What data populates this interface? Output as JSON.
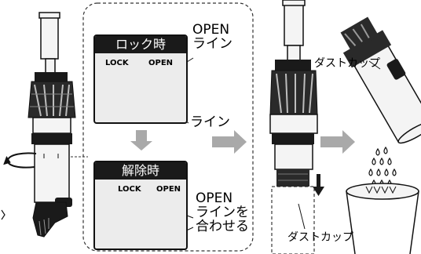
{
  "lock_card": {
    "title": "ロック時",
    "lock_label": "LOCK",
    "open_label": "OPEN"
  },
  "unlock_card": {
    "title": "解除時",
    "lock_label": "LOCK",
    "open_label": "OPEN"
  },
  "callouts": {
    "open_line_top": "OPEN\nライン",
    "line": "ライン",
    "open_line_align": "OPEN\nラインを\n合わせる",
    "dust_cup_upper": "ダストカップ",
    "dust_cup_lower": "ダストカップ"
  },
  "colors": {
    "flow_arrow": "#a9a9a9",
    "dark": "#1a1a1a",
    "card_bg": "#ececec",
    "device_body": "#f4f4f4"
  },
  "icons": [
    "rotate-arrow-icon",
    "flow-arrow-icon",
    "down-arrow-icon",
    "triangle-marker-icon"
  ]
}
